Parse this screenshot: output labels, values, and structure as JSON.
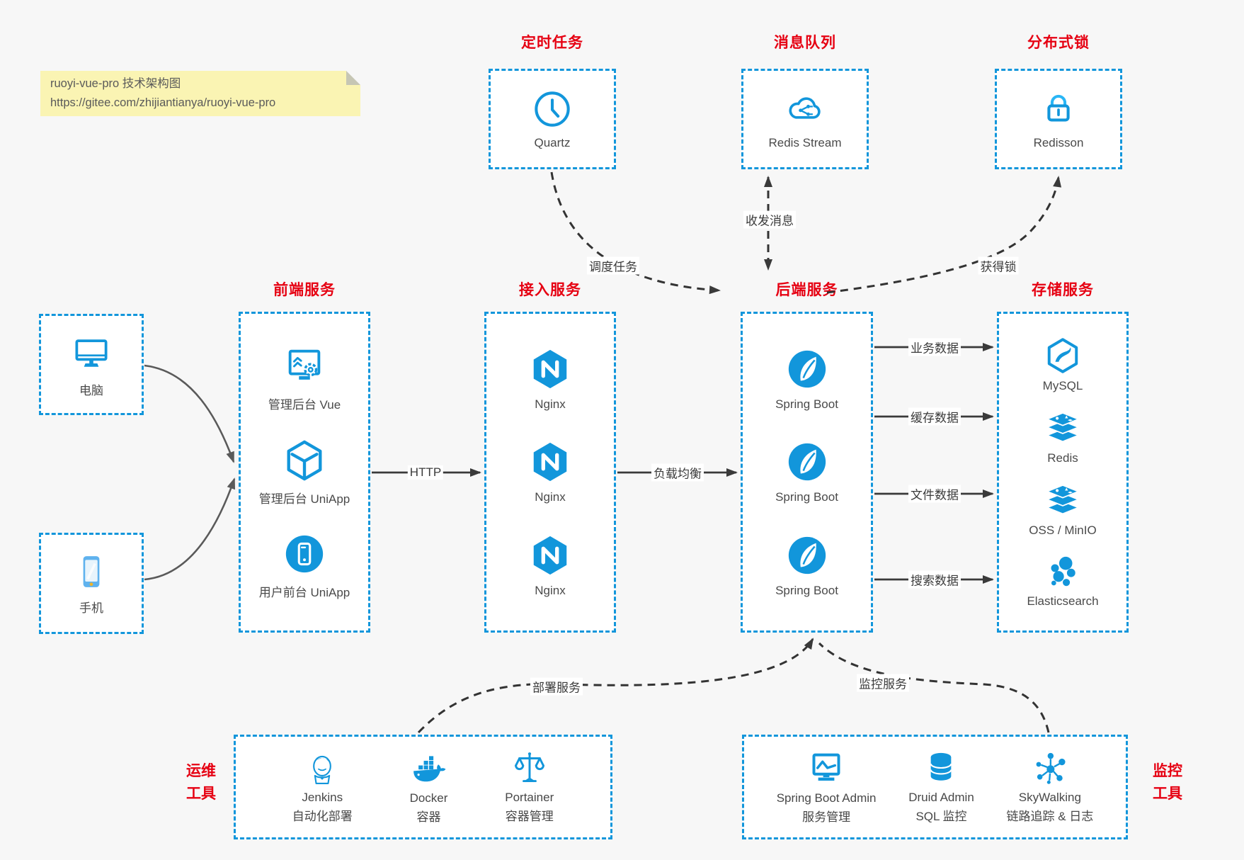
{
  "note": {
    "line1": "ruoyi-vue-pro 技术架构图",
    "line2": "https://gitee.com/zhijiantianya/ruoyi-vue-pro"
  },
  "colors": {
    "accent_blue": "#1296db",
    "title_red": "#e60012",
    "note_yellow": "#faf4b3",
    "arrow_dark": "#3a3a3a"
  },
  "groups": {
    "scheduler": {
      "title": "定时任务",
      "items": [
        {
          "label": "Quartz",
          "icon": "clock-icon"
        }
      ]
    },
    "mq": {
      "title": "消息队列",
      "items": [
        {
          "label": "Redis Stream",
          "icon": "cloud-stream-icon"
        }
      ]
    },
    "lock": {
      "title": "分布式锁",
      "items": [
        {
          "label": "Redisson",
          "icon": "lock-icon"
        }
      ]
    },
    "clients": {
      "items": [
        {
          "label": "电脑",
          "icon": "desktop-icon"
        },
        {
          "label": "手机",
          "icon": "phone-icon"
        }
      ]
    },
    "frontend": {
      "title": "前端服务",
      "items": [
        {
          "label": "管理后台 Vue",
          "icon": "admin-vue-icon"
        },
        {
          "label": "管理后台 UniApp",
          "icon": "uniapp-cube-icon"
        },
        {
          "label": "用户前台 UniApp",
          "icon": "uniapp-user-icon"
        }
      ]
    },
    "access": {
      "title": "接入服务",
      "items": [
        {
          "label": "Nginx",
          "icon": "nginx-icon"
        },
        {
          "label": "Nginx",
          "icon": "nginx-icon"
        },
        {
          "label": "Nginx",
          "icon": "nginx-icon"
        }
      ]
    },
    "backend": {
      "title": "后端服务",
      "items": [
        {
          "label": "Spring Boot",
          "icon": "spring-boot-icon"
        },
        {
          "label": "Spring Boot",
          "icon": "spring-boot-icon"
        },
        {
          "label": "Spring Boot",
          "icon": "spring-boot-icon"
        }
      ]
    },
    "storage": {
      "title": "存储服务",
      "items": [
        {
          "label": "MySQL",
          "icon": "mysql-icon"
        },
        {
          "label": "Redis",
          "icon": "redis-icon"
        },
        {
          "label": "OSS / MinIO",
          "icon": "oss-minio-icon"
        },
        {
          "label": "Elasticsearch",
          "icon": "elasticsearch-icon"
        }
      ]
    },
    "ops": {
      "title_line1": "运维",
      "title_line2": "工具",
      "items": [
        {
          "name": "Jenkins",
          "desc": "自动化部署",
          "icon": "jenkins-icon"
        },
        {
          "name": "Docker",
          "desc": "容器",
          "icon": "docker-icon"
        },
        {
          "name": "Portainer",
          "desc": "容器管理",
          "icon": "portainer-icon"
        }
      ]
    },
    "monitoring": {
      "title_line1": "监控",
      "title_line2": "工具",
      "items": [
        {
          "name": "Spring Boot Admin",
          "desc": "服务管理",
          "icon": "spring-boot-admin-icon"
        },
        {
          "name": "Druid Admin",
          "desc": "SQL 监控",
          "icon": "druid-icon"
        },
        {
          "name": "SkyWalking",
          "desc": "链路追踪 & 日志",
          "icon": "skywalking-icon"
        }
      ]
    }
  },
  "edges": {
    "http": "HTTP",
    "load_balance": "负载均衡",
    "business_data": "业务数据",
    "cache_data": "缓存数据",
    "file_data": "文件数据",
    "search_data": "搜索数据",
    "schedule_task": "调度任务",
    "send_receive_msg": "收发消息",
    "acquire_lock": "获得锁",
    "deploy_service": "部署服务",
    "monitor_service": "监控服务"
  }
}
